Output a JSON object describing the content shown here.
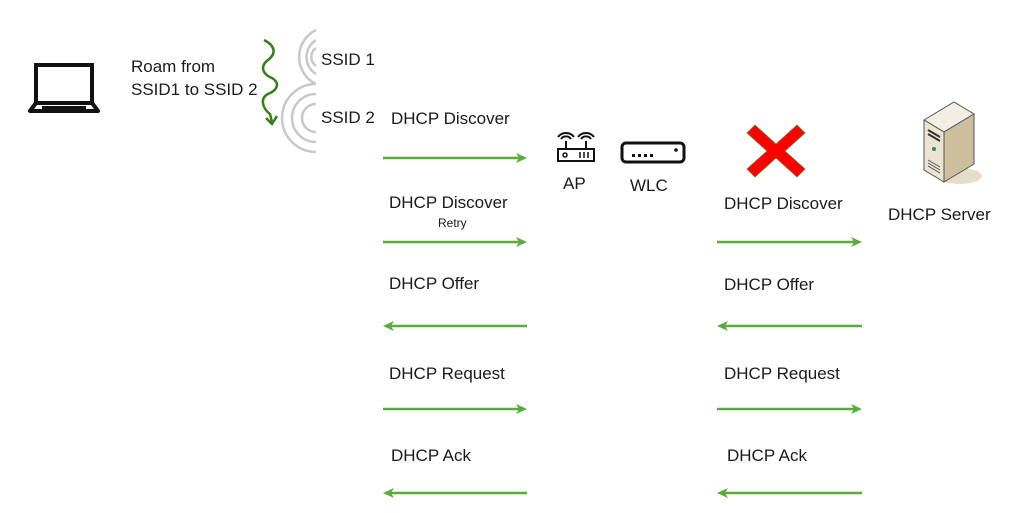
{
  "roam_text": {
    "line1": "Roam from",
    "line2": "SSID1 to SSID 2"
  },
  "ssids": [
    "SSID 1",
    "SSID 2"
  ],
  "devices": {
    "ap": "AP",
    "wlc": "WLC",
    "server": "DHCP Server"
  },
  "colors": {
    "arrow": "#5aab3c",
    "blocked": "#ff0000",
    "roam_arrow": "#3a7d1f"
  },
  "left_messages": [
    {
      "label": "DHCP Discover",
      "sub": "",
      "direction": "right"
    },
    {
      "label": "DHCP Discover",
      "sub": "Retry",
      "direction": "right"
    },
    {
      "label": "DHCP Offer",
      "sub": "",
      "direction": "left"
    },
    {
      "label": "DHCP Request",
      "sub": "",
      "direction": "right"
    },
    {
      "label": "DHCP Ack",
      "sub": "",
      "direction": "left"
    }
  ],
  "right_messages": [
    {
      "label": "DHCP Discover",
      "direction": "right",
      "blocked": true
    },
    {
      "label": "DHCP Offer",
      "direction": "left"
    },
    {
      "label": "DHCP Request",
      "direction": "right"
    },
    {
      "label": "DHCP Ack",
      "direction": "left"
    }
  ]
}
